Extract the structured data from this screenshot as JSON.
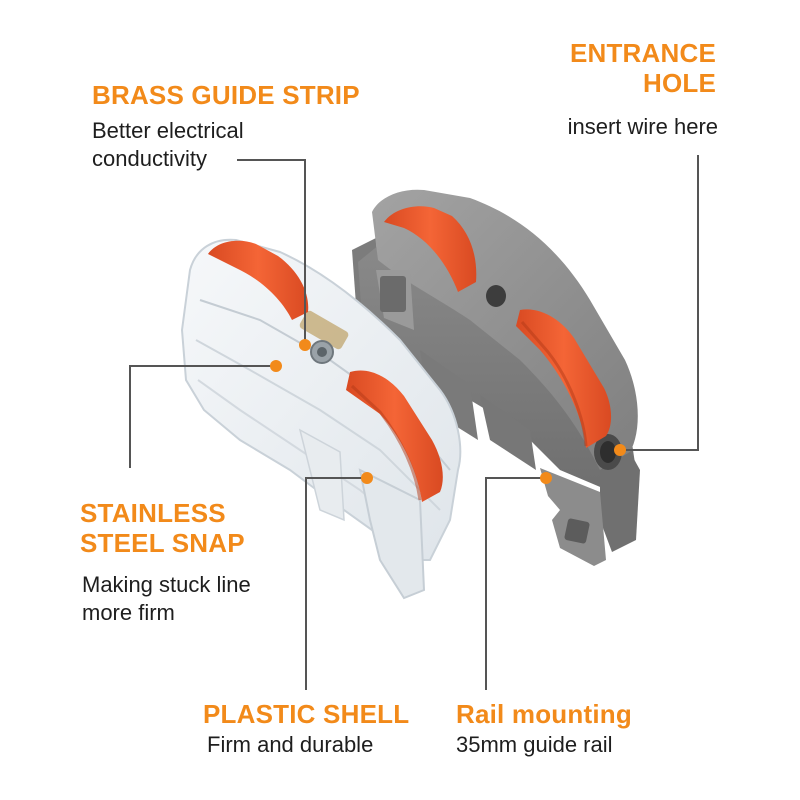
{
  "accent_color": "#f28a1a",
  "line_color": "#555555",
  "labels": {
    "brass_guide_strip": {
      "title": "BRASS GUIDE STRIP",
      "desc_line1": "Better electrical",
      "desc_line2": "conductivity"
    },
    "entrance_hole": {
      "title_line1": "ENTRANCE",
      "title_line2": "HOLE",
      "desc": "insert wire here"
    },
    "stainless_steel_snap": {
      "title_line1": "STAINLESS",
      "title_line2": "STEEL SNAP",
      "desc_line1": "Making stuck line",
      "desc_line2": "more firm"
    },
    "plastic_shell": {
      "title": "PLASTIC SHELL",
      "desc": "Firm and durable"
    },
    "rail_mounting": {
      "title": "Rail mounting",
      "desc": "35mm guide rail"
    }
  },
  "product": {
    "transparent_connector": {
      "body_color": "#e9eef2",
      "lever_color": "#ef5a2d"
    },
    "gray_connector": {
      "body_color": "#8e8e8e",
      "lever_color": "#ef5a2d"
    }
  }
}
